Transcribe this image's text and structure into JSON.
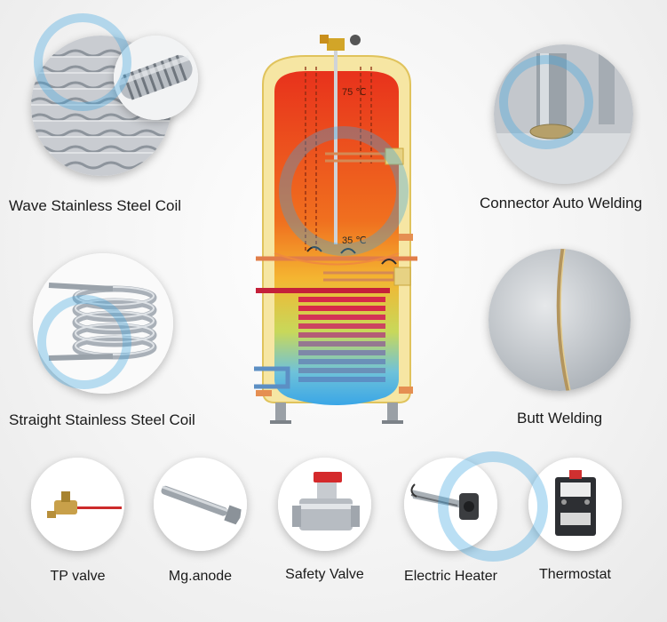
{
  "features": {
    "wave_coil": "Wave Stainless Steel Coil",
    "straight_coil": "Straight Stainless Steel Coil",
    "connector_welding": "Connector Auto Welding",
    "butt_welding": "Butt Welding"
  },
  "tank": {
    "temp_top": "75 ℃",
    "temp_middle": "35 ℃"
  },
  "accessories": [
    {
      "label": "TP valve"
    },
    {
      "label": "Mg.anode"
    },
    {
      "label": "Safety Valve"
    },
    {
      "label": "Electric Heater"
    },
    {
      "label": "Thermostat"
    }
  ],
  "colors": {
    "tank_shell": "#f6e6a3",
    "tank_hot": "#e8321c",
    "tank_cold": "#5ab6e6",
    "pipe": "#d98a4c",
    "watermark": "#3da5e0"
  }
}
